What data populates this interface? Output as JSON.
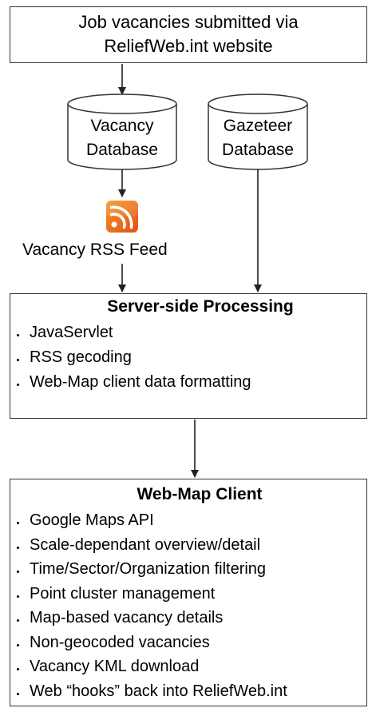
{
  "top_box": {
    "line1": "Job vacancies submitted via",
    "line2": "ReliefWeb.int website"
  },
  "vacancy_db": {
    "line1": "Vacancy",
    "line2": "Database"
  },
  "gazetteer_db": {
    "line1": "Gazeteer",
    "line2": "Database"
  },
  "rss": {
    "icon": "rss-icon",
    "color": "#f26522",
    "label": "Vacancy RSS Feed"
  },
  "server": {
    "title": "Server-side Processing",
    "items": [
      "JavaServlet",
      "RSS gecoding",
      "Web-Map client data formatting"
    ]
  },
  "client": {
    "title": "Web-Map Client",
    "items": [
      "Google Maps API",
      "Scale-dependant overview/detail",
      "Time/Sector/Organization filtering",
      "Point cluster management",
      "Map-based vacancy details",
      "Non-geocoded vacancies",
      "Vacancy KML download",
      "Web “hooks” back into ReliefWeb.int"
    ]
  }
}
